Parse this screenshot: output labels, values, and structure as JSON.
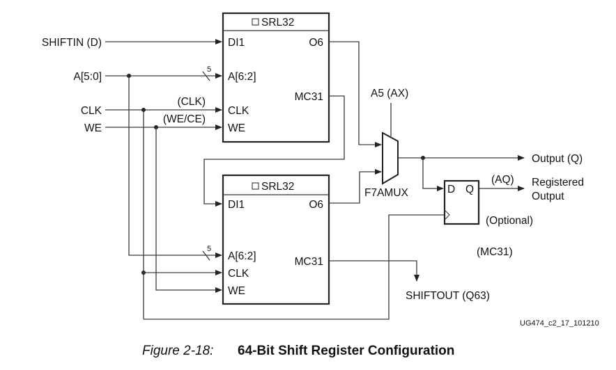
{
  "figure": {
    "caption_number": "Figure 2-18:",
    "caption_title": "64-Bit Shift Register Configuration",
    "figure_id": "UG474_c2_17_101210"
  },
  "inputs": {
    "shiftin": "SHIFTIN (D)",
    "addr": "A[5:0]",
    "clk": "CLK",
    "we": "WE",
    "clk_alias": "(CLK)",
    "we_alias": "(WE/CE)",
    "bus_width": "5"
  },
  "srl_top": {
    "title": "SRL32",
    "di": "DI1",
    "addr": "A[6:2]",
    "clk": "CLK",
    "we": "WE",
    "o6": "O6",
    "mc31": "MC31"
  },
  "srl_bottom": {
    "title": "SRL32",
    "di": "DI1",
    "addr": "A[6:2]",
    "clk": "CLK",
    "we": "WE",
    "o6": "O6",
    "mc31": "MC31",
    "bus_width": "5"
  },
  "mux": {
    "select": "A5 (AX)",
    "name": "F7AMUX"
  },
  "flipflop": {
    "d": "D",
    "q": "Q"
  },
  "outputs": {
    "output_q": "Output (Q)",
    "aq": "(AQ)",
    "registered_line1": "Registered",
    "registered_line2": "Output",
    "optional": "(Optional)",
    "mc31_note": "(MC31)",
    "shiftout": "SHIFTOUT (Q63)"
  }
}
